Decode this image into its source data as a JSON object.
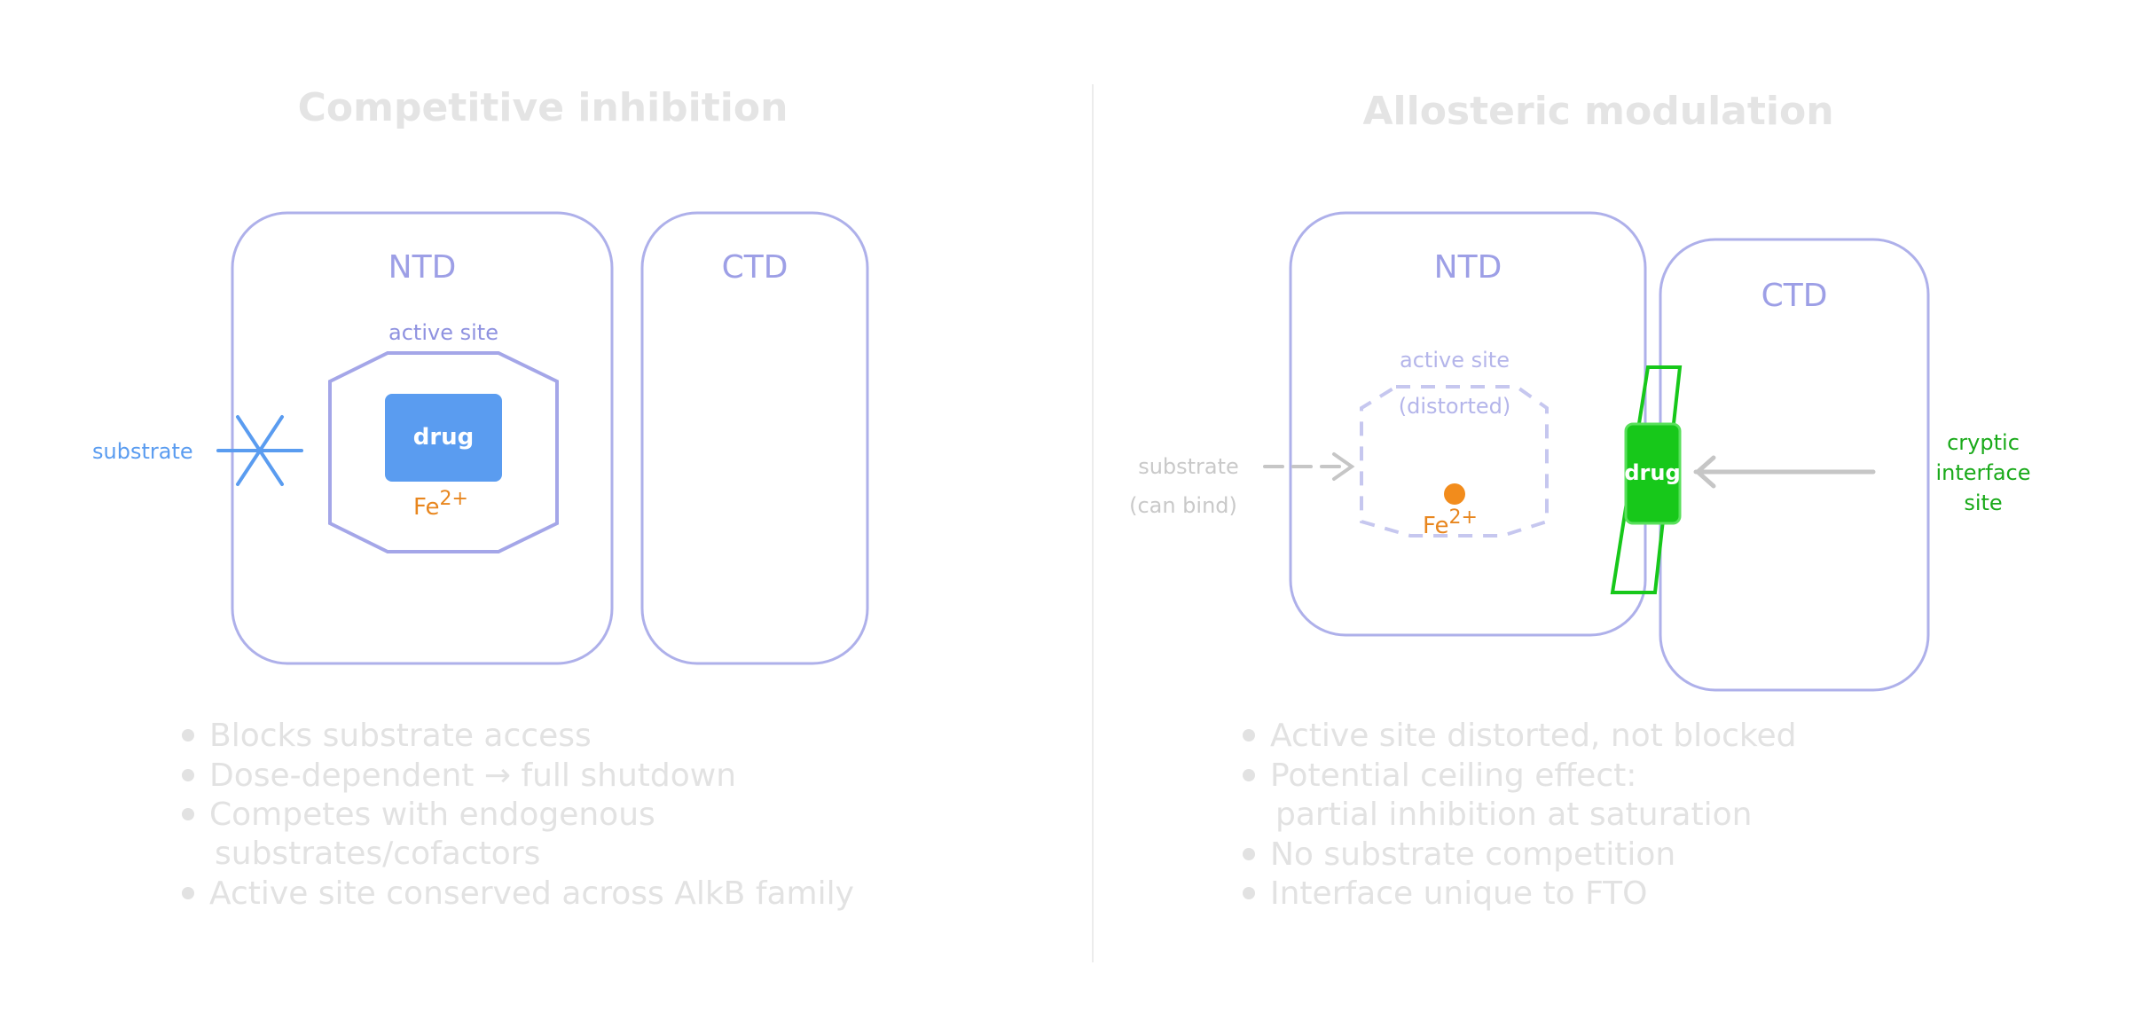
{
  "left_panel": {
    "title": "Competitive inhibition",
    "ntd_label": "NTD",
    "ctd_label": "CTD",
    "active_site_label": "active site",
    "drug_label": "drug",
    "iron_base": "Fe",
    "iron_sup": "2+",
    "substrate_label": "substrate",
    "bullets": [
      "Blocks substrate access",
      "Dose-dependent → full shutdown",
      "Competes with endogenous",
      "substrates/cofactors",
      "Active site conserved across AlkB family"
    ]
  },
  "right_panel": {
    "title": "Allosteric modulation",
    "ntd_label": "NTD",
    "ctd_label": "CTD",
    "active_site_label": "active site",
    "active_site_note": "(distorted)",
    "drug_label": "drug",
    "iron_base": "Fe",
    "iron_sup": "2+",
    "substrate_label": "substrate",
    "substrate_note": "(can bind)",
    "cryptic_site_lines": [
      "cryptic",
      "interface",
      "site"
    ],
    "bullets": [
      "Active site distorted, not blocked",
      "Potential ceiling effect:",
      "partial inhibition at saturation",
      "No substrate competition",
      "Interface unique to FTO"
    ]
  },
  "colors": {
    "domain_outline": "#aeb0ea",
    "domain_label": "#9d9fe6",
    "drug_blue": "#5a9cf0",
    "iron_orange": "#e8861e",
    "drug_green": "#17c81a",
    "cryptic_green": "#1aaa1a",
    "faint_text": "#e2e2e2",
    "gray_arrow": "#c6c6c6",
    "divider": "#ececec"
  }
}
